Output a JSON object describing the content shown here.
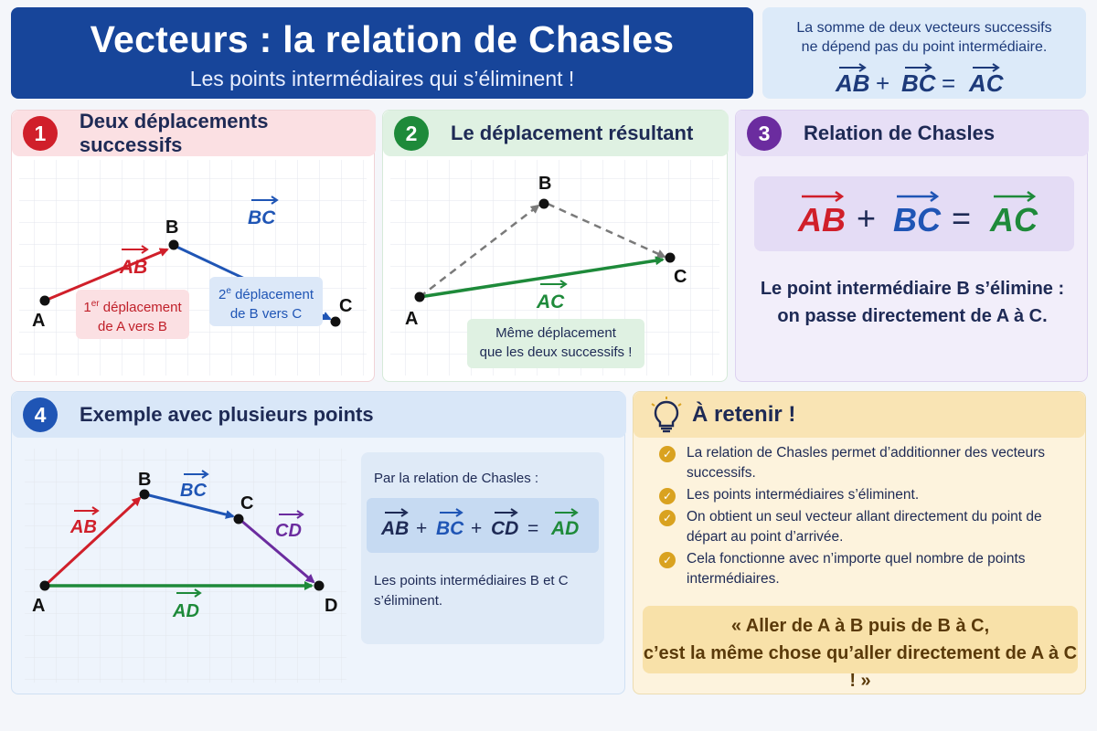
{
  "header": {
    "title": "Vecteurs : la relation de Chasles",
    "subtitle": "Les points intermédiaires qui s’éliminent !"
  },
  "summary": {
    "line1": "La somme de deux vecteurs successifs",
    "line2": "ne dépend pas du point intermédiaire.",
    "eq": {
      "t1": "AB",
      "op1": "+",
      "t2": "BC",
      "op2": "=",
      "t3": "AC"
    }
  },
  "panel1": {
    "number": "1",
    "title": "Deux déplacements successifs",
    "points": {
      "a": "A",
      "b": "B",
      "c": "C"
    },
    "vec_ab": "AB",
    "vec_bc": "BC",
    "note1": {
      "prefix": "1",
      "sup": "er",
      "line1": " déplacement",
      "line2": "de A vers B"
    },
    "note2": {
      "prefix": "2",
      "sup": "e",
      "line1": " déplacement",
      "line2": "de B vers C"
    }
  },
  "panel2": {
    "number": "2",
    "title": "Le déplacement résultant",
    "points": {
      "a": "A",
      "b": "B",
      "c": "C"
    },
    "vec_ac": "AC",
    "note": {
      "line1": "Même déplacement",
      "line2": "que les deux successifs !"
    }
  },
  "panel3": {
    "number": "3",
    "title": "Relation de Chasles",
    "eq": {
      "t1": "AB",
      "op1": "+",
      "t2": "BC",
      "op2": "=",
      "t3": "AC"
    },
    "text1": "Le point intermédiaire B s’élimine :",
    "text2": "on passe directement de A à C."
  },
  "panel4": {
    "number": "4",
    "title": "Exemple avec plusieurs points",
    "points": {
      "a": "A",
      "b": "B",
      "c": "C",
      "d": "D"
    },
    "vectors": {
      "ab": "AB",
      "bc": "BC",
      "cd": "CD",
      "ad": "AD"
    },
    "lead": "Par la relation de Chasles :",
    "eq": {
      "t1": "AB",
      "op1": "+",
      "t2": "BC",
      "op2": "+",
      "t3": "CD",
      "op3": "=",
      "t4": "AD"
    },
    "conclusion1": "Les points intermédiaires B et C",
    "conclusion2": "s’éliminent."
  },
  "retenir": {
    "title": "À retenir !",
    "items": [
      "La relation de Chasles permet d’additionner des vecteurs successifs.",
      "Les points intermédiaires s’éliminent.",
      "On obtient un seul vecteur allant directement du point de départ au point d’arrivée.",
      "Cela fonctionne avec n’importe quel nombre de points intermédiaires."
    ],
    "quote1": "« Aller de A à B puis de B à C,",
    "quote2": "c’est la même chose qu’aller directement de A à C ! »"
  },
  "colors": {
    "header": "#17459a",
    "red": "#d01f2a",
    "blue": "#1f55b5",
    "green": "#1e8a3a",
    "purple": "#6b2c9f",
    "gold": "#d9a220"
  }
}
